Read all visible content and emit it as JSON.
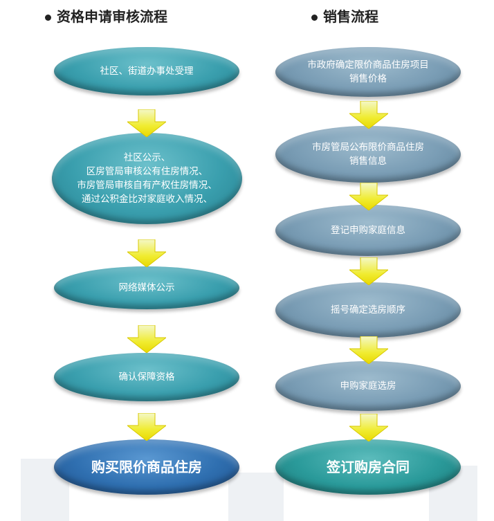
{
  "left": {
    "title": "资格申请审核流程",
    "steps": [
      "社区、街道办事处受理",
      "社区公示、\n区房管局审核公有住房情况、\n市房管局审核自有产权住房情况、\n通过公积金比对家庭收入情况、",
      "网络媒体公示",
      "确认保障资格",
      "购买限价商品住房"
    ]
  },
  "right": {
    "title": "销售流程",
    "steps": [
      "市政府确定限价商品住房项目\n销售价格",
      "市房管局公布限价商品住房\n销售信息",
      "登记申购家庭信息",
      "摇号确定选房顺序",
      "申购家庭选房",
      "签订购房合同"
    ]
  }
}
